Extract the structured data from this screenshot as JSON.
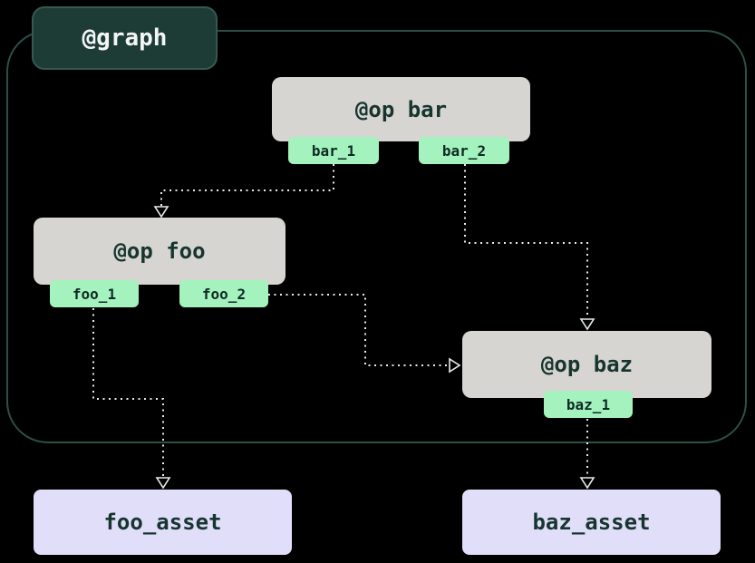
{
  "graph": {
    "label": "@graph"
  },
  "ops": {
    "bar": {
      "label": "@op bar",
      "outputs": [
        {
          "label": "bar_1"
        },
        {
          "label": "bar_2"
        }
      ]
    },
    "foo": {
      "label": "@op foo",
      "outputs": [
        {
          "label": "foo_1"
        },
        {
          "label": "foo_2"
        }
      ]
    },
    "baz": {
      "label": "@op baz",
      "outputs": [
        {
          "label": "baz_1"
        }
      ]
    }
  },
  "assets": {
    "foo": {
      "label": "foo_asset"
    },
    "baz": {
      "label": "baz_asset"
    }
  },
  "edges": [
    {
      "from": "bar_1",
      "to": "@op foo"
    },
    {
      "from": "bar_2",
      "to": "@op baz"
    },
    {
      "from": "foo_2",
      "to": "@op baz"
    },
    {
      "from": "foo_1",
      "to": "foo_asset"
    },
    {
      "from": "baz_1",
      "to": "baz_asset"
    }
  ],
  "colors": {
    "background": "#000000",
    "graph_border": "#2c5049",
    "graph_tab_fill": "#1d3c36",
    "graph_tab_text": "#f2f6f4",
    "op_fill": "#d7d5d2",
    "op_text": "#17352f",
    "output_tab_fill": "#a4f2bd",
    "output_tab_text": "#0e2a24",
    "asset_fill": "#e1defa",
    "asset_text": "#17352f",
    "edge": "#e9ece9"
  }
}
